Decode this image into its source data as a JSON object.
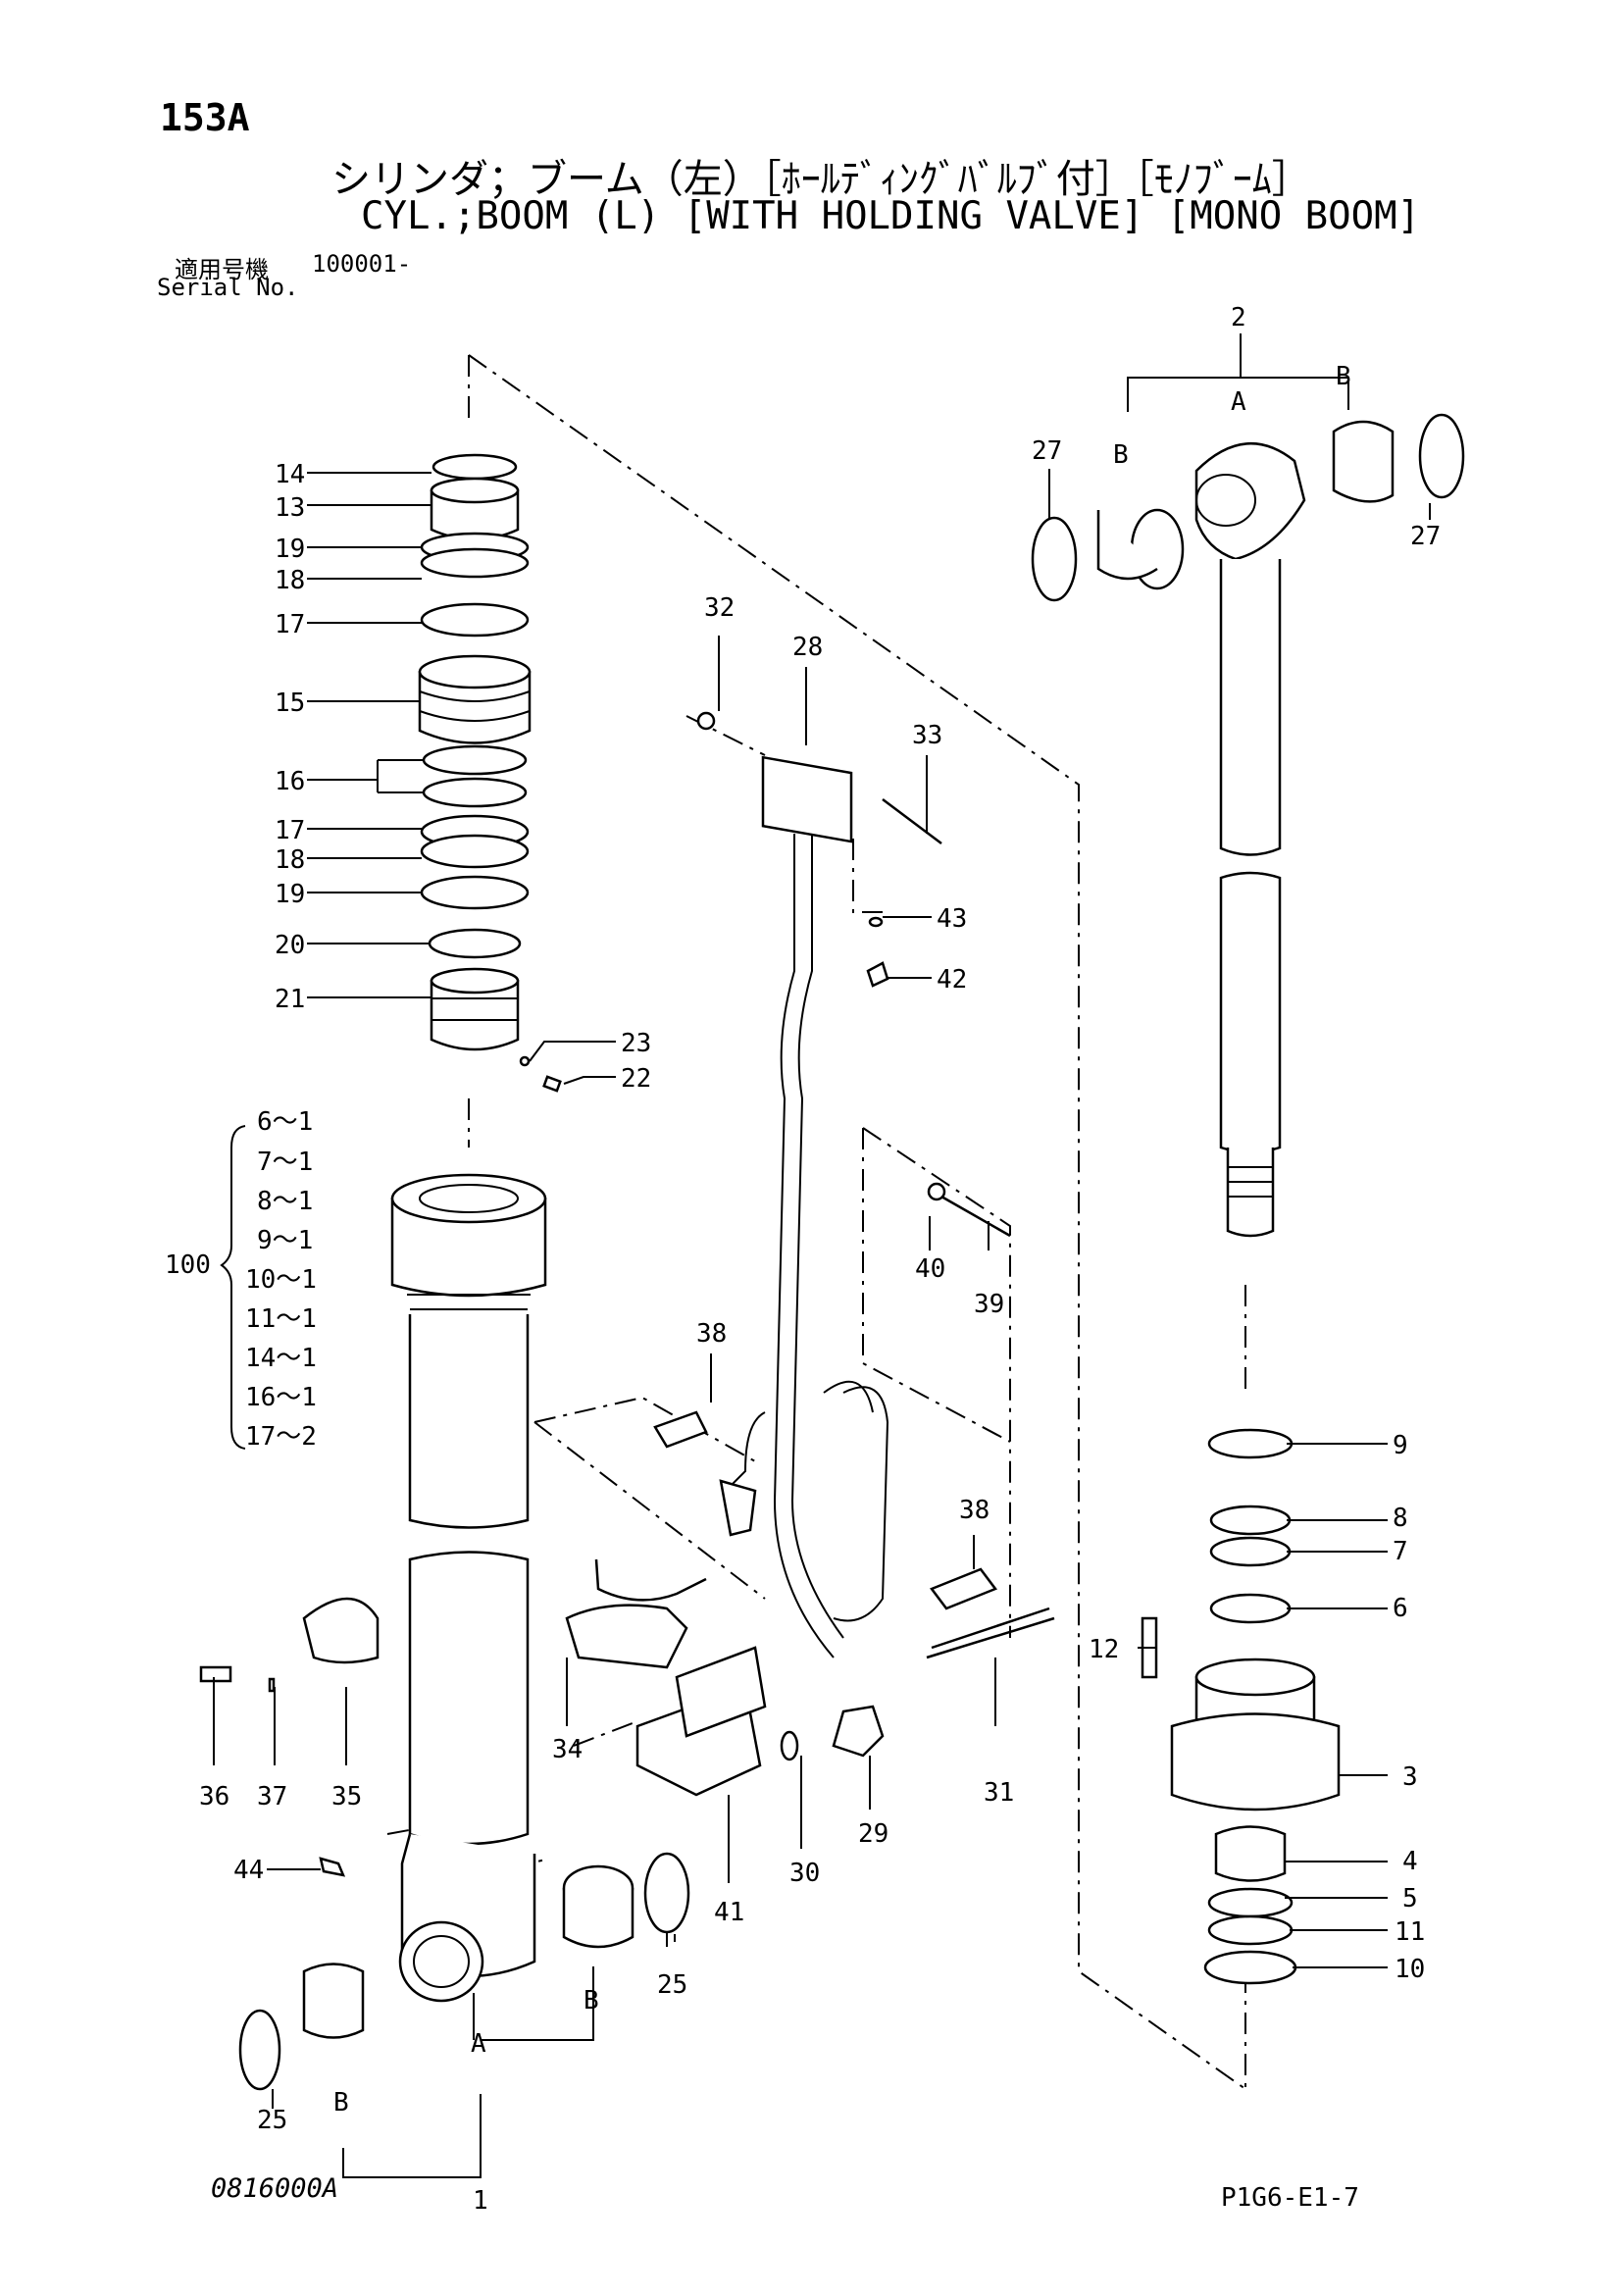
{
  "header": {
    "page_number": "153A",
    "title_jp": "シリンダ；ブーム（左）［ﾎｰﾙﾃﾞｨﾝｸﾞﾊﾞﾙﾌﾞ付］［ﾓﾉﾌﾞｰﾑ］",
    "title_en": "CYL.;BOOM (L) [WITH HOLDING VALVE] [MONO BOOM]",
    "serial_label_jp": "適用号機",
    "serial_value": "100001-",
    "serial_label_en": "Serial No."
  },
  "footer": {
    "drawing_code": "0816000A",
    "sheet_ref": "P1G6-E1-7"
  },
  "callouts": [
    "1",
    "2",
    "3",
    "4",
    "5",
    "6",
    "7",
    "8",
    "9",
    "10",
    "11",
    "12",
    "13",
    "14",
    "15",
    "16",
    "17",
    "17",
    "18",
    "18",
    "19",
    "19",
    "20",
    "21",
    "22",
    "23",
    "25",
    "25",
    "27",
    "27",
    "28",
    "29",
    "30",
    "31",
    "32",
    "33",
    "34",
    "35",
    "36",
    "37",
    "38",
    "38",
    "39",
    "40",
    "41",
    "42",
    "43",
    "44",
    "100"
  ],
  "callout_letters": [
    "A",
    "A",
    "B",
    "B",
    "B",
    "B"
  ],
  "kit_100": {
    "label": "100",
    "items": [
      "6～1",
      "7～1",
      "8～1",
      "9～1",
      "10～1",
      "11～1",
      "14～1",
      "16～1",
      "17～2"
    ]
  }
}
